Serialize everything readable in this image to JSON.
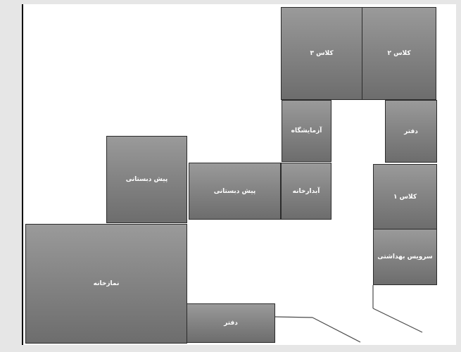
{
  "plan": {
    "rooms": {
      "class3": "کلاس ۳",
      "class2": "کلاس ۲",
      "lab": "آزمایشگاه",
      "office_right": "دفتر",
      "preschool_left": "پیش دبستانی",
      "preschool_mid": "پیش دبستانی",
      "kitchen": "آبدارخانه",
      "class1": "کلاس ۱",
      "restroom": "سرویس بهداشتی",
      "prayer_room": "نمازخانه",
      "office_bottom": "دفتر"
    }
  },
  "colors": {
    "room_fill_top": "#9a9a9a",
    "room_fill_bottom": "#6d6d6d",
    "label": "#ffffff",
    "background": "#e6e6e6"
  }
}
